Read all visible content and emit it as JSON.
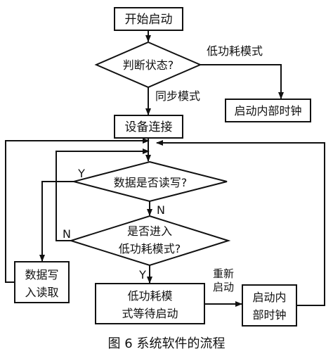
{
  "nodes": {
    "start": "开始启动",
    "judge_state": "判断状态?",
    "start_internal_clock_1": "启动内部时钟",
    "device_connect": "设备连接",
    "data_rw_q": "数据是否读写?",
    "enter_lowpower_q": [
      "是否进入",
      "低功耗模式?"
    ],
    "data_rw": [
      "数据写",
      "入读取"
    ],
    "lowpower_wait": [
      "低功耗模",
      "式等待启动"
    ],
    "start_internal_clock_2": [
      "启动内",
      "部时钟"
    ]
  },
  "edge_labels": {
    "low_power_mode": "低功耗模式",
    "sync_mode": "同步模式",
    "yes_1": "Y",
    "no_1": "N",
    "no_2": "N",
    "yes_2": "Y",
    "restart": [
      "重新",
      "启动"
    ]
  },
  "caption": "图 6   系统软件的流程"
}
